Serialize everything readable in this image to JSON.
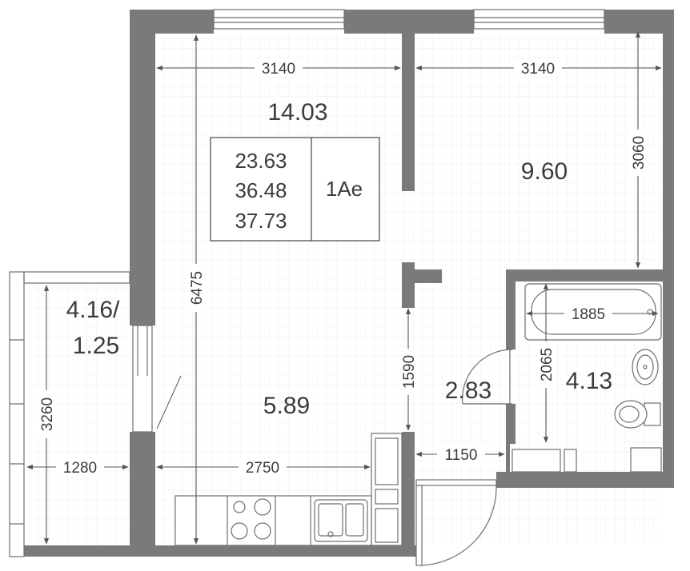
{
  "rooms": {
    "living_area": "14.03",
    "bedroom_area": "9.60",
    "kitchen_area": "5.89",
    "hall_area": "2.83",
    "bath_area": "4.13",
    "balcony_area_line1": "4.16/",
    "balcony_area_line2": "1.25"
  },
  "info_box": {
    "living_total": "23.63",
    "total_area": "36.48",
    "total_with_balcony": "37.73",
    "apartment_type": "1Ae"
  },
  "dimensions": {
    "living_width": "3140",
    "bedroom_width": "3140",
    "bedroom_depth": "3060",
    "living_depth": "6475",
    "bath_width": "1885",
    "bath_depth": "2065",
    "hall_depth": "1590",
    "hall_width": "1150",
    "kitchen_width": "2750",
    "balcony_width": "1280",
    "balcony_depth": "3260"
  },
  "colors": {
    "wall": "#7a7a7a",
    "line": "#6e6e6e",
    "text": "#3c3c3c"
  }
}
